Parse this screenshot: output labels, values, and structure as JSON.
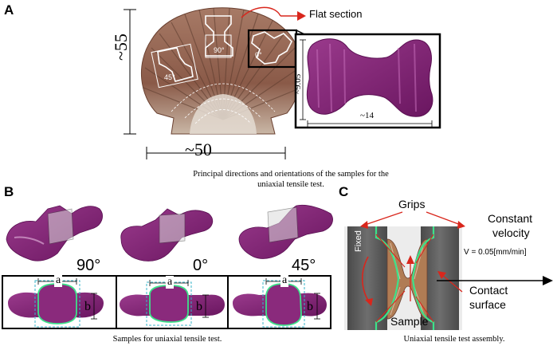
{
  "panels": {
    "A": {
      "letter": "A",
      "callout": "Flat section",
      "height_dim": "~55",
      "width_dim": "~50",
      "sample_height": "~9.05",
      "sample_width": "~14",
      "angles": [
        "45°",
        "90°",
        "0°"
      ],
      "caption_line1": "Principal directions and orientations of the samples for the",
      "caption_line2": "uniaxial tensile test."
    },
    "B": {
      "letter": "B",
      "angle_labels": [
        "90°",
        "0°",
        "45°"
      ],
      "dim_a": "a",
      "dim_b": "b",
      "caption": "Samples for uniaxial tensile test."
    },
    "C": {
      "letter": "C",
      "grips": "Grips",
      "constant": "Constant",
      "velocity": "velocity",
      "speed": "V = 0.05[mm/min]",
      "fixed": "Fixed",
      "contact": "Contact",
      "surface": "surface",
      "sample": "Sample",
      "caption": "Uniaxial tensile test assembly."
    }
  },
  "colors": {
    "sample_purple": "#7b1e6e",
    "red_annotation": "#d9261c",
    "green_outline": "#3ce28a",
    "cyan_box": "#38b6c9",
    "grip_gray": "#5a5a5a",
    "shell_brown": "#8a5a48"
  }
}
